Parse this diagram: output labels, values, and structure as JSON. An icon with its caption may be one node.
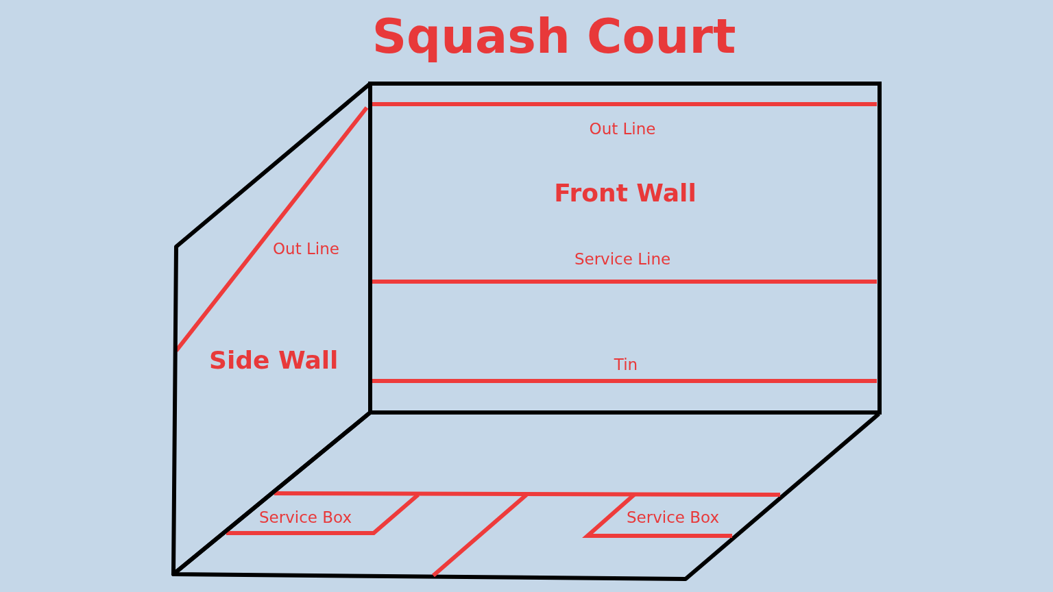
{
  "diagram": {
    "title": "Squash Court",
    "nodes": [
      {
        "text": [
          "Side Wall"
        ]
      },
      {
        "text": [
          "Front Wall"
        ]
      }
    ],
    "labels": [
      "Out Line",
      "Out Line",
      "Service Line",
      "Tin",
      "Service Box",
      "Service Box"
    ]
  }
}
